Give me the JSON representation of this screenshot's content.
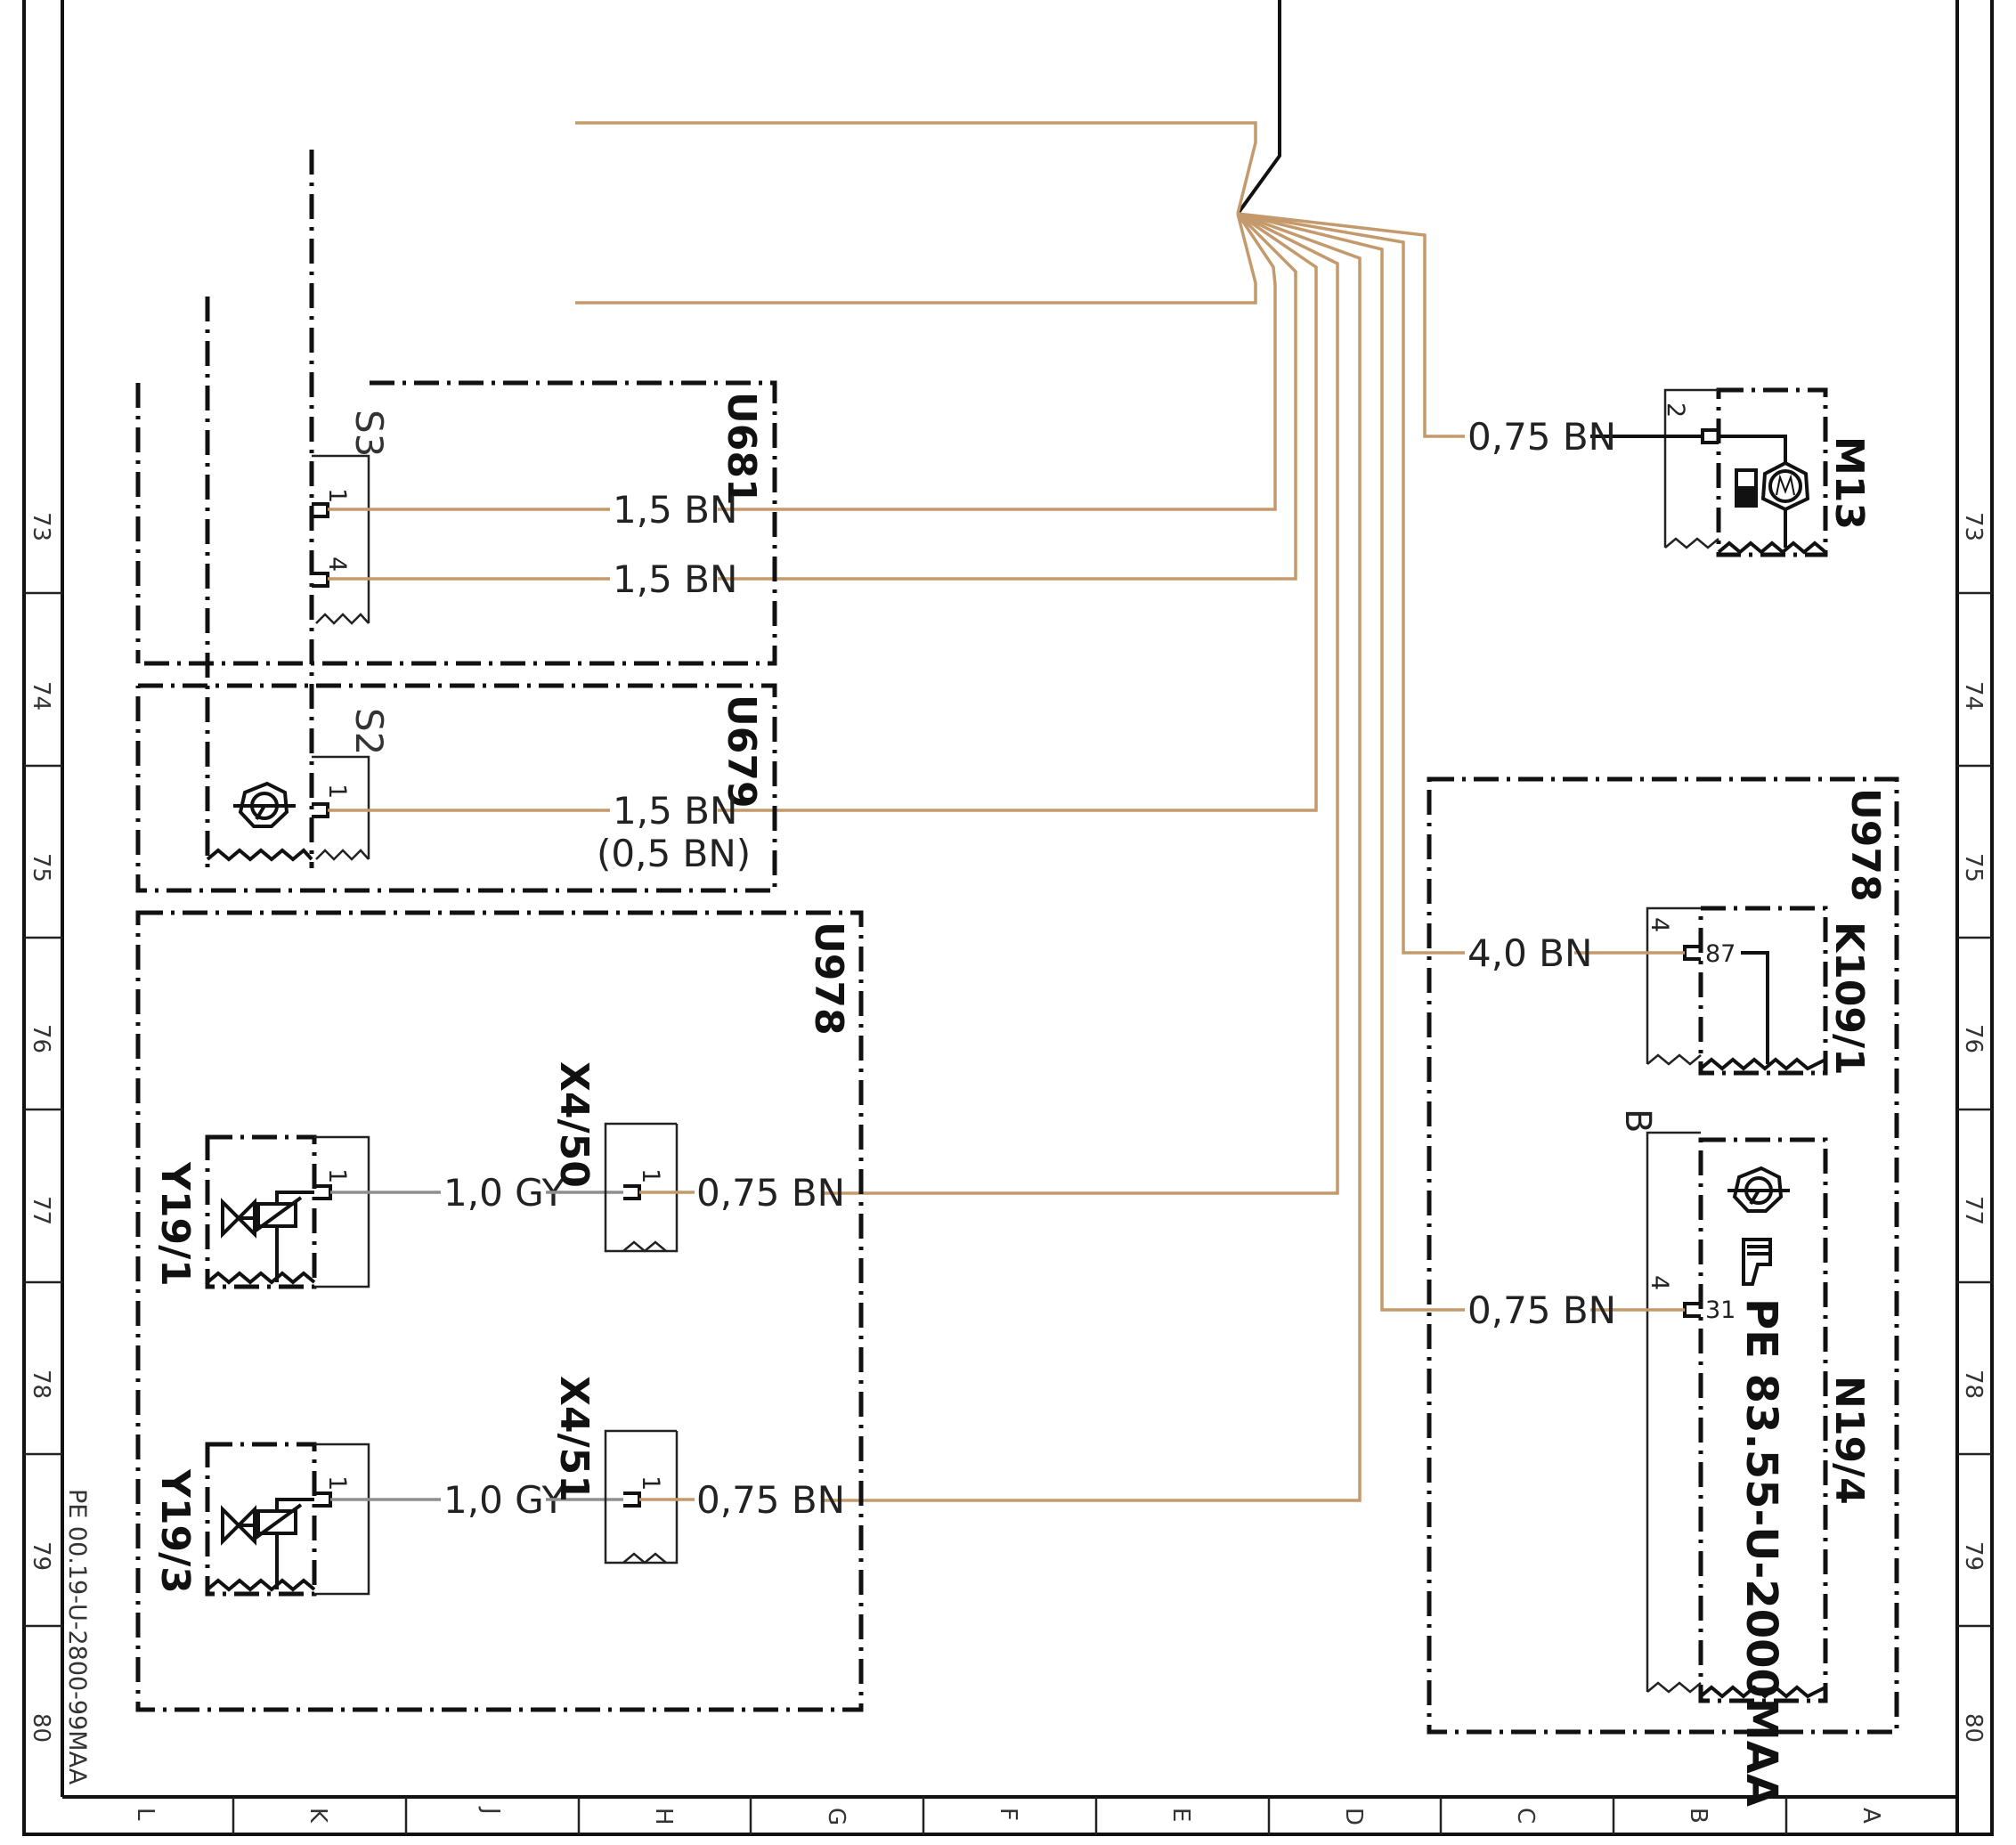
{
  "document": {
    "code": "PE 00.19-U-2800-99MAA"
  },
  "grid": {
    "rows": [
      "73",
      "74",
      "75",
      "76",
      "77",
      "78",
      "79",
      "80"
    ],
    "columns": [
      "L",
      "K",
      "J",
      "H",
      "G",
      "F",
      "E",
      "D",
      "C",
      "B",
      "A"
    ]
  },
  "colors": {
    "wire_bn": "#c49a6c",
    "wire_gy": "#8f8f8f",
    "ink": "#111111"
  },
  "components": {
    "u681": {
      "label": "U681"
    },
    "u679": {
      "label": "U679"
    },
    "u978_left": {
      "label": "U978"
    },
    "u978_right": {
      "label": "U978"
    },
    "s3": {
      "label": "S3",
      "pins": [
        "1",
        "4"
      ]
    },
    "s2": {
      "label": "S2",
      "pins": [
        "1"
      ]
    },
    "y19_1": {
      "label": "Y19/1",
      "pin": "1"
    },
    "y19_3": {
      "label": "Y19/3",
      "pin": "1"
    },
    "x4_50": {
      "label": "X4/50",
      "pin": "1"
    },
    "x4_51": {
      "label": "X4/51",
      "pin": "1"
    },
    "m13": {
      "label": "M13",
      "pin": "2",
      "icon": "motor-icon"
    },
    "k109_1": {
      "label": "K109/1",
      "pin": "4",
      "contact": "87"
    },
    "n19_4": {
      "label": "N19/4",
      "pin": "4",
      "contact": "31",
      "connector": "B",
      "ref": "PE 83.55-U-2000MAA"
    }
  },
  "wires": {
    "s3_pin1": "1,5 BN",
    "s3_pin4": "1,5 BN",
    "s2_pin1": "1,5 BN",
    "s2_pin1_alt": "(0,5 BN)",
    "y19_1_gy": "1,0 GY",
    "x4_50_bn": "0,75 BN",
    "y19_3_gy": "1,0 GY",
    "x4_51_bn": "0,75 BN",
    "m13_bn": "0,75 BN",
    "k109_bn": "4,0 BN",
    "n19_bn": "0,75 BN"
  }
}
